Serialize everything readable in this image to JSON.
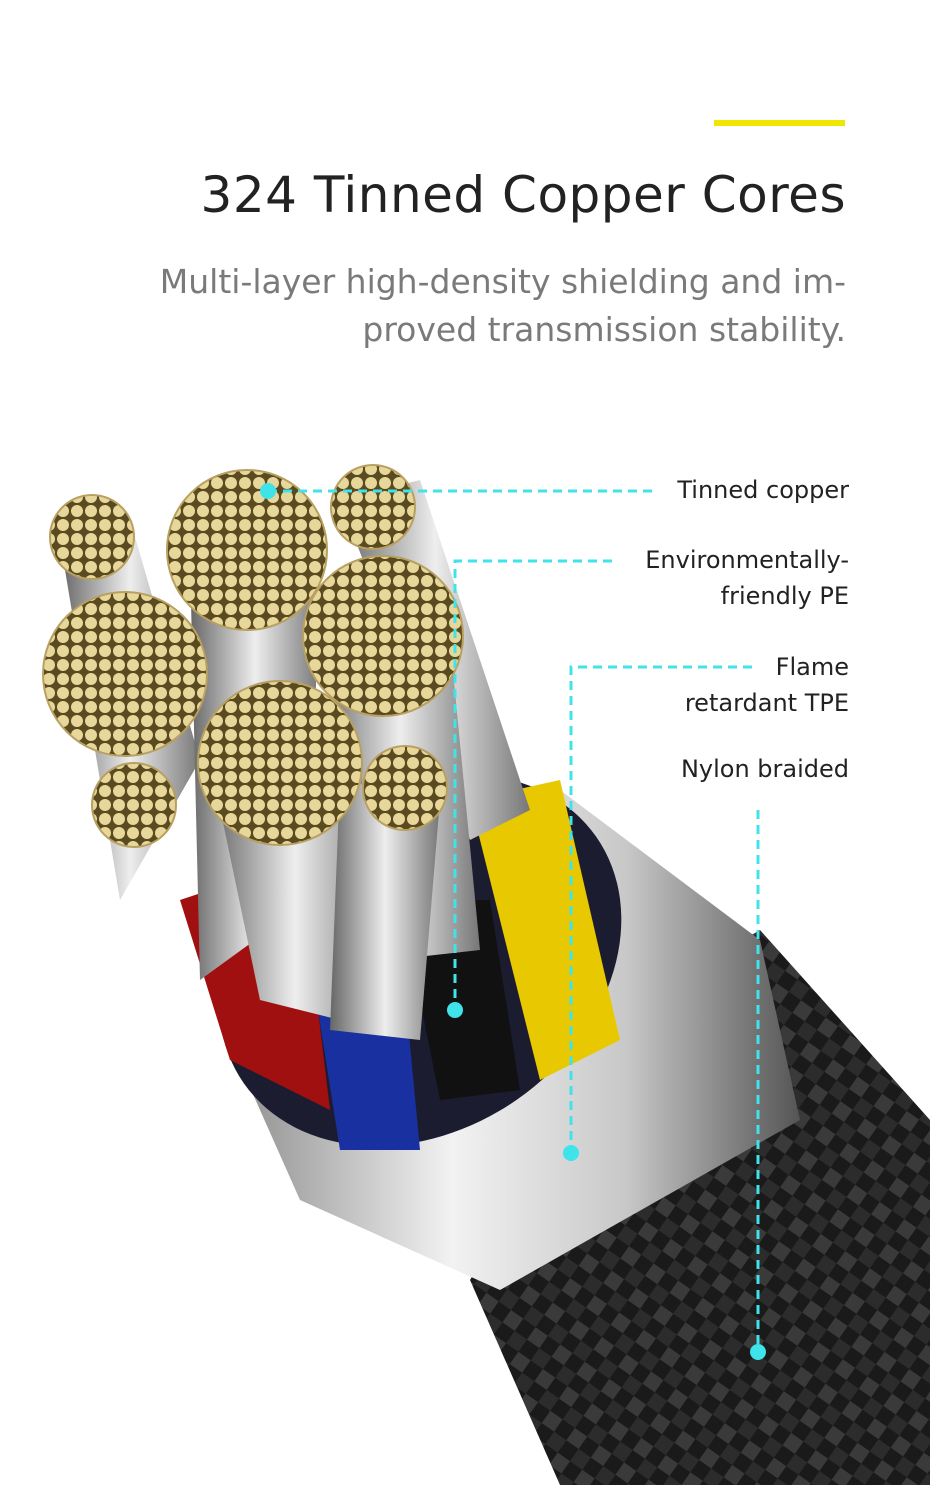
{
  "header": {
    "title": "324 Tinned Copper Cores",
    "subtitle_lines": [
      "Multi-layer high-density shielding and im-",
      "proved transmission stability."
    ],
    "accent_color": "#f0e600"
  },
  "callouts": [
    {
      "lines": [
        "Tinned copper"
      ]
    },
    {
      "lines": [
        "Environmentally-",
        "friendly PE"
      ]
    },
    {
      "lines": [
        "Flame",
        "retardant TPE"
      ]
    },
    {
      "lines": [
        "Nylon braided"
      ]
    }
  ],
  "colors": {
    "callout_line": "#3fe3ea",
    "text": "#222222"
  }
}
